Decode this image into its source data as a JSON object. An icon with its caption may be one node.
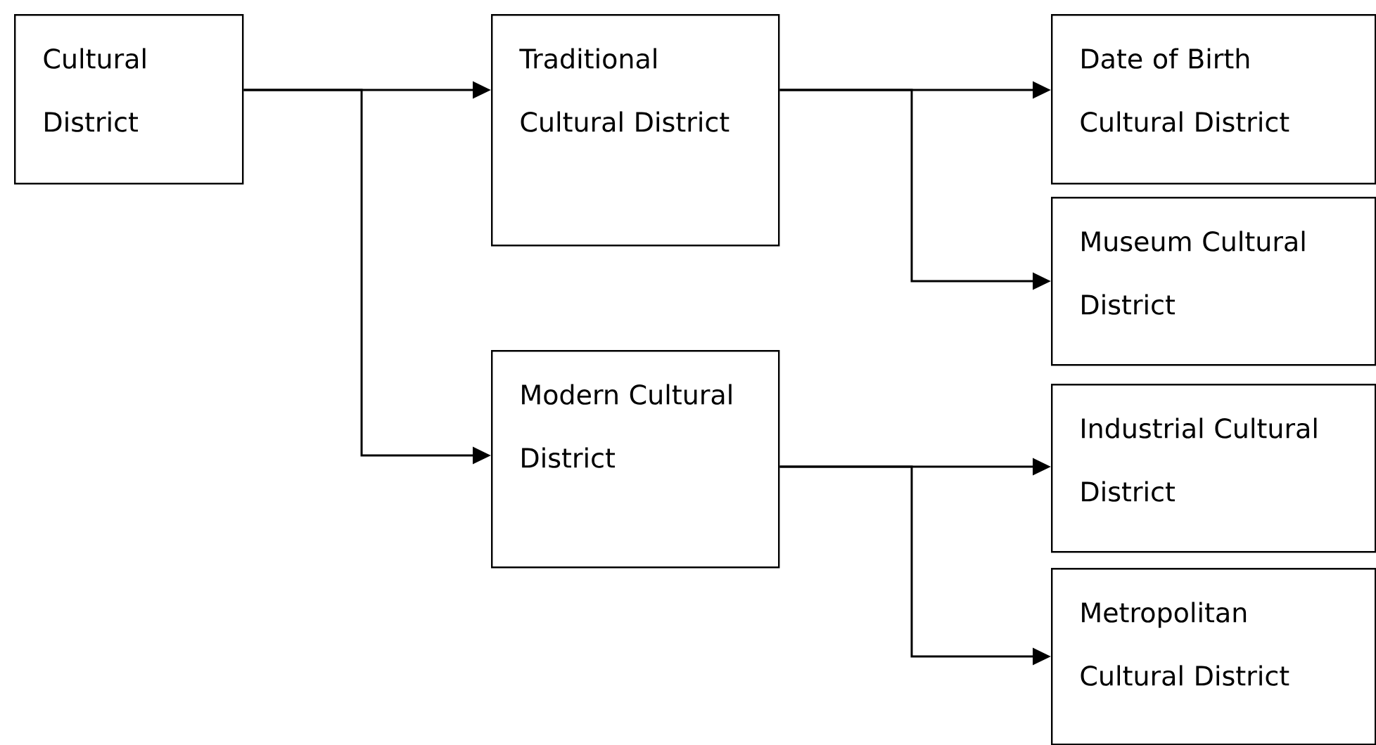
{
  "diagram": {
    "nodes": [
      {
        "text": [
          "Cultural District"
        ]
      },
      {
        "text": [
          "Traditional Cultural District"
        ]
      },
      {
        "text": [
          "Modern Cultural District"
        ]
      },
      {
        "text": [
          "Date of Birth Cultural District"
        ]
      },
      {
        "text": [
          "Museum Cultural District"
        ]
      },
      {
        "text": [
          "Industrial Cultural District"
        ]
      },
      {
        "text": [
          "Metropolitan Cultural District"
        ]
      }
    ],
    "edges": [
      {
        "from": 0,
        "to": 1,
        "arrow": "to"
      },
      {
        "from": 0,
        "to": 2,
        "arrow": "to"
      },
      {
        "from": 1,
        "to": 3,
        "arrow": "to"
      },
      {
        "from": 1,
        "to": 4,
        "arrow": "to"
      },
      {
        "from": 2,
        "to": 5,
        "arrow": "to"
      },
      {
        "from": 2,
        "to": 6,
        "arrow": "to"
      }
    ]
  }
}
